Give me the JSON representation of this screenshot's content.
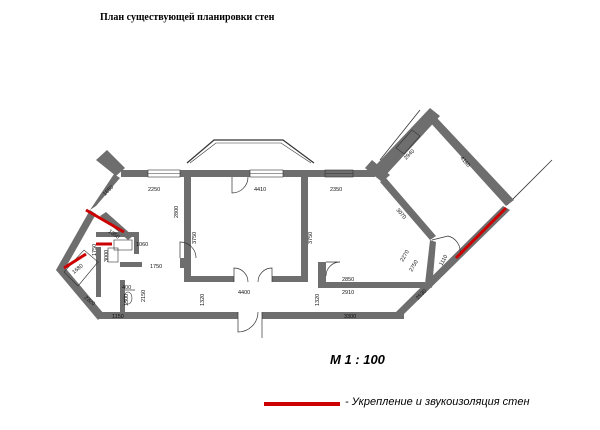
{
  "title": "План существующей планировки стен",
  "scale": "М 1 : 100",
  "legend": {
    "dash": "-",
    "text": "Укрепление и звукоизоляция стен",
    "color": "#cc0000"
  },
  "colors": {
    "wall": "#6e6e6e",
    "highlight": "#cc0000",
    "line": "#333333"
  },
  "dimensions": {
    "d1": "1650",
    "d2": "2250",
    "d3": "4410",
    "d4": "2350",
    "d5": "2940",
    "d6": "4160",
    "d7": "1350",
    "d8": "2800",
    "d9": "3750",
    "d10": "3750",
    "d11": "3070",
    "d12": "1060",
    "d13": "1750",
    "d14": "3000",
    "d15": "2270",
    "d16": "2750",
    "d17": "1110",
    "d18": "2850",
    "d19": "2910",
    "d20": "4400",
    "d21": "1320",
    "d22": "1320",
    "d23": "2530",
    "d24": "400",
    "d25": "2150",
    "d26": "1150",
    "d27": "3300",
    "d28": "2320",
    "d29": "1300",
    "d30": "1750",
    "d31": "1680"
  }
}
